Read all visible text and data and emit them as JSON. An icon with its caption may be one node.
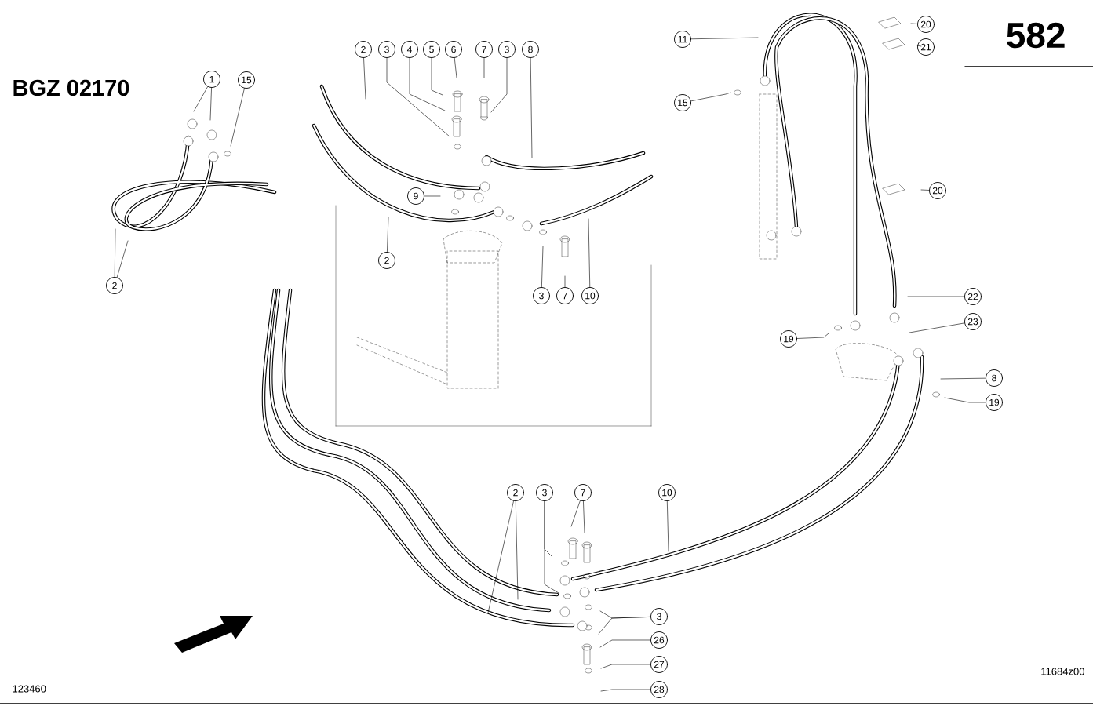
{
  "diagram": {
    "nodes": [
      {
        "text": [
          "1"
        ]
      },
      {
        "text": [
          "15"
        ]
      },
      {
        "text": [
          "2"
        ]
      },
      {
        "text": [
          "2"
        ]
      },
      {
        "text": [
          "3"
        ]
      },
      {
        "text": [
          "4"
        ]
      },
      {
        "text": [
          "5"
        ]
      },
      {
        "text": [
          "6"
        ]
      },
      {
        "text": [
          "7"
        ]
      },
      {
        "text": [
          "3"
        ]
      },
      {
        "text": [
          "8"
        ]
      },
      {
        "text": [
          "9"
        ]
      },
      {
        "text": [
          "2"
        ]
      },
      {
        "text": [
          "3"
        ]
      },
      {
        "text": [
          "7"
        ]
      },
      {
        "text": [
          "10"
        ]
      },
      {
        "text": [
          "11"
        ]
      },
      {
        "text": [
          "15"
        ]
      },
      {
        "text": [
          "20"
        ]
      },
      {
        "text": [
          "21"
        ]
      },
      {
        "text": [
          "20"
        ]
      },
      {
        "text": [
          "22"
        ]
      },
      {
        "text": [
          "23"
        ]
      },
      {
        "text": [
          "19"
        ]
      },
      {
        "text": [
          "8"
        ]
      },
      {
        "text": [
          "19"
        ]
      },
      {
        "text": [
          "2"
        ]
      },
      {
        "text": [
          "3"
        ]
      },
      {
        "text": [
          "7"
        ]
      },
      {
        "text": [
          "10"
        ]
      },
      {
        "text": [
          "3"
        ]
      },
      {
        "text": [
          "26"
        ]
      },
      {
        "text": [
          "27"
        ]
      },
      {
        "text": [
          "28"
        ]
      }
    ],
    "edges": [
      {
        "from": 0,
        "to": null,
        "arrow": "none"
      },
      {
        "from": 0,
        "to": null,
        "arrow": "none"
      },
      {
        "from": 1,
        "to": null,
        "arrow": "none"
      },
      {
        "from": 2,
        "to": null,
        "arrow": "none"
      },
      {
        "from": 2,
        "to": null,
        "arrow": "none"
      },
      {
        "from": 3,
        "to": null,
        "arrow": "none"
      },
      {
        "from": 4,
        "to": null,
        "arrow": "none"
      },
      {
        "from": 5,
        "to": null,
        "arrow": "none"
      },
      {
        "from": 6,
        "to": null,
        "arrow": "none"
      },
      {
        "from": 7,
        "to": null,
        "arrow": "none"
      },
      {
        "from": 8,
        "to": null,
        "arrow": "none"
      },
      {
        "from": 9,
        "to": null,
        "arrow": "none"
      },
      {
        "from": 10,
        "to": null,
        "arrow": "none"
      },
      {
        "from": 11,
        "to": null,
        "arrow": "none"
      },
      {
        "from": 12,
        "to": null,
        "arrow": "none"
      },
      {
        "from": 13,
        "to": null,
        "arrow": "none"
      },
      {
        "from": 14,
        "to": null,
        "arrow": "none"
      },
      {
        "from": 15,
        "to": null,
        "arrow": "none"
      },
      {
        "from": 16,
        "to": null,
        "arrow": "none"
      },
      {
        "from": 17,
        "to": null,
        "arrow": "none"
      },
      {
        "from": 18,
        "to": null,
        "arrow": "none"
      },
      {
        "from": 19,
        "to": null,
        "arrow": "none"
      },
      {
        "from": 20,
        "to": null,
        "arrow": "none"
      },
      {
        "from": 21,
        "to": null,
        "arrow": "none"
      },
      {
        "from": 22,
        "to": null,
        "arrow": "none"
      },
      {
        "from": 23,
        "to": null,
        "arrow": "none"
      },
      {
        "from": 24,
        "to": null,
        "arrow": "none"
      },
      {
        "from": 25,
        "to": null,
        "arrow": "none"
      },
      {
        "from": 26,
        "to": null,
        "arrow": "none"
      },
      {
        "from": 26,
        "to": null,
        "arrow": "none"
      },
      {
        "from": 27,
        "to": null,
        "arrow": "none"
      },
      {
        "from": 27,
        "to": null,
        "arrow": "none"
      },
      {
        "from": 28,
        "to": null,
        "arrow": "none"
      },
      {
        "from": 28,
        "to": null,
        "arrow": "none"
      },
      {
        "from": 29,
        "to": null,
        "arrow": "none"
      },
      {
        "from": 30,
        "to": null,
        "arrow": "none"
      },
      {
        "from": 30,
        "to": null,
        "arrow": "none"
      },
      {
        "from": 31,
        "to": null,
        "arrow": "none"
      },
      {
        "from": 32,
        "to": null,
        "arrow": "none"
      },
      {
        "from": 33,
        "to": null,
        "arrow": "none"
      }
    ],
    "labels": [
      "582",
      "BGZ 02170",
      "123460",
      "11684z00"
    ]
  }
}
